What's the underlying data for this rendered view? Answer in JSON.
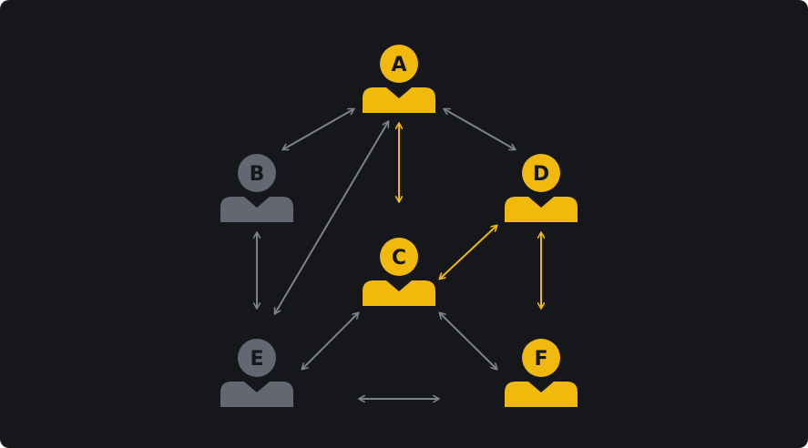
{
  "colors": {
    "background": "#16171b",
    "active": "#f0b90b",
    "inactive": "#626771",
    "inactive_edge": "#7c818b"
  },
  "nodes": [
    {
      "id": "A",
      "label": "A",
      "state": "active"
    },
    {
      "id": "B",
      "label": "B",
      "state": "inactive"
    },
    {
      "id": "C",
      "label": "C",
      "state": "active"
    },
    {
      "id": "D",
      "label": "D",
      "state": "active"
    },
    {
      "id": "E",
      "label": "E",
      "state": "inactive"
    },
    {
      "id": "F",
      "label": "F",
      "state": "active"
    }
  ],
  "edges": [
    {
      "from": "A",
      "to": "B",
      "state": "inactive"
    },
    {
      "from": "A",
      "to": "C",
      "state": "active"
    },
    {
      "from": "A",
      "to": "D",
      "state": "inactive"
    },
    {
      "from": "A",
      "to": "E",
      "state": "inactive"
    },
    {
      "from": "B",
      "to": "E",
      "state": "inactive"
    },
    {
      "from": "C",
      "to": "D",
      "state": "active"
    },
    {
      "from": "D",
      "to": "F",
      "state": "active"
    },
    {
      "from": "C",
      "to": "E",
      "state": "inactive"
    },
    {
      "from": "C",
      "to": "F",
      "state": "inactive"
    },
    {
      "from": "E",
      "to": "F",
      "state": "inactive"
    }
  ]
}
